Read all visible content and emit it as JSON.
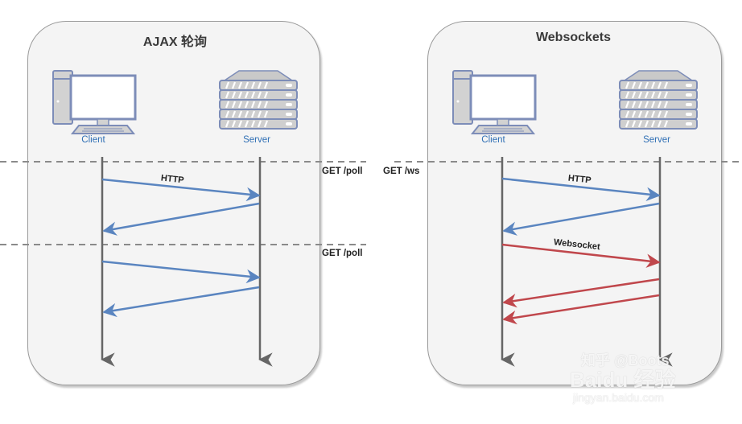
{
  "panels": [
    {
      "id": "ajax",
      "title": "AJAX 轮询",
      "client_label": "Client",
      "server_label": "Server",
      "request_labels": [
        "GET /poll",
        "GET /poll"
      ],
      "messages": [
        {
          "from": "client",
          "to": "server",
          "type": "http",
          "label": "HTTP"
        },
        {
          "from": "server",
          "to": "client",
          "type": "http",
          "label": ""
        },
        {
          "from": "client",
          "to": "server",
          "type": "http",
          "label": ""
        },
        {
          "from": "server",
          "to": "client",
          "type": "http",
          "label": ""
        }
      ]
    },
    {
      "id": "websockets",
      "title": "Websockets",
      "client_label": "Client",
      "server_label": "Server",
      "request_labels": [
        "GET /ws"
      ],
      "messages": [
        {
          "from": "client",
          "to": "server",
          "type": "http",
          "label": "HTTP"
        },
        {
          "from": "server",
          "to": "client",
          "type": "http",
          "label": ""
        },
        {
          "from": "client",
          "to": "server",
          "type": "websocket",
          "label": "Websocket"
        },
        {
          "from": "server",
          "to": "client",
          "type": "websocket",
          "label": ""
        },
        {
          "from": "server",
          "to": "client",
          "type": "websocket",
          "label": ""
        }
      ]
    }
  ],
  "colors": {
    "http": "#5a85c0",
    "websocket": "#c0474c",
    "lifeline": "#666666",
    "dashed": "#8a8a8a",
    "node_label": "#2f6fb5"
  },
  "watermark": {
    "line1": "知乎 @Boots",
    "line2": "Baidu 经验",
    "line3": "jingyan.baidu.com"
  }
}
